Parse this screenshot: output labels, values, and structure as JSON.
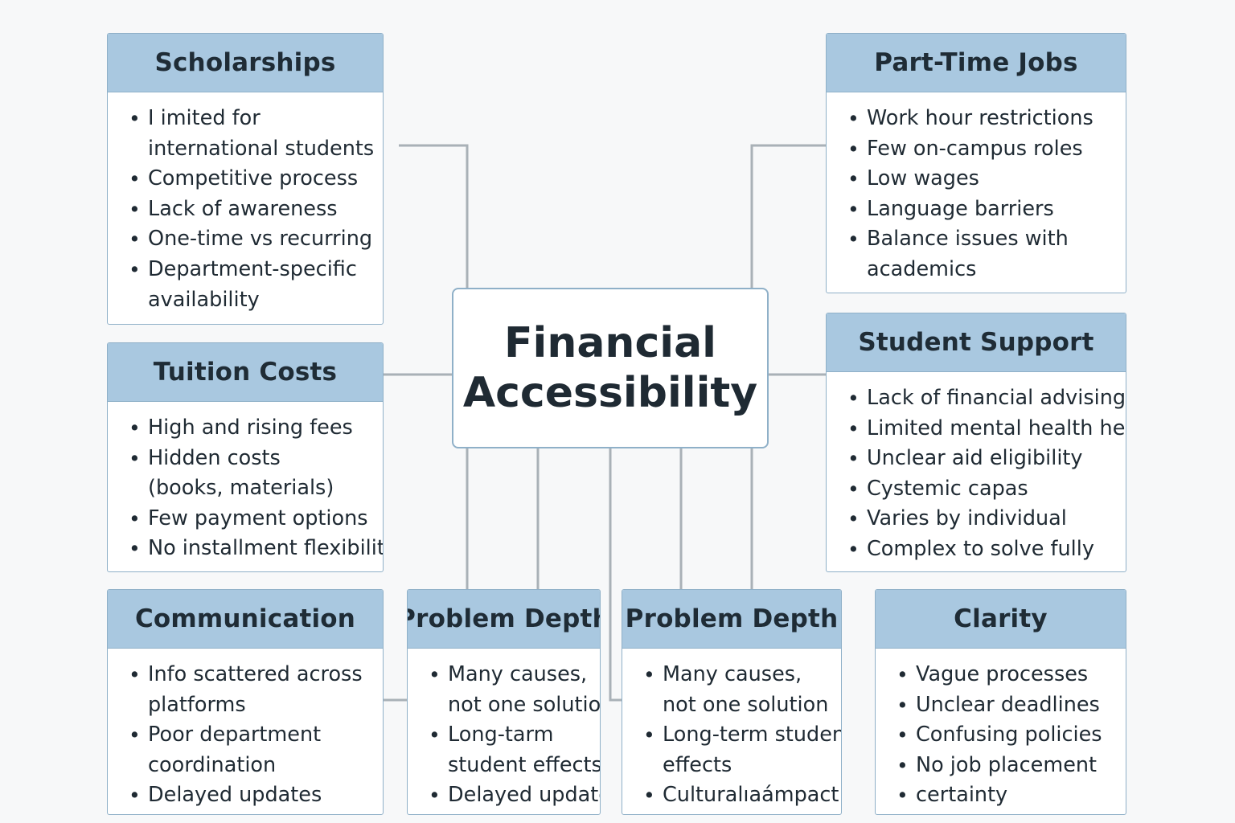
{
  "central": {
    "line1": "Financial",
    "line2": "Accessibility"
  },
  "cards": {
    "scholarships": {
      "title": "Scholarships",
      "items": [
        [
          "I imited for",
          "international students"
        ],
        [
          "Competitive process"
        ],
        [
          "Lack of awareness"
        ],
        [
          "One-time vs recurring"
        ],
        [
          "Department-specific",
          "availability"
        ]
      ]
    },
    "tuition": {
      "title": "Tuition Costs",
      "items": [
        [
          "High and rising fees"
        ],
        [
          "Hidden costs",
          "(books, materials)"
        ],
        [
          "Few payment options"
        ],
        [
          "No installment flexibility"
        ]
      ]
    },
    "communication": {
      "title": "Communication",
      "items": [
        [
          "Info scattered across",
          "platforms"
        ],
        [
          "Poor department",
          "coordination"
        ],
        [
          "Delayed updates"
        ]
      ]
    },
    "depth1": {
      "title": "Problem Depth",
      "items": [
        [
          "Many causes,",
          "not one solution"
        ],
        [
          "Long-tarm",
          "student effects"
        ],
        [
          "Delayed update"
        ]
      ]
    },
    "depth2": {
      "title": "Problem Depth",
      "items": [
        [
          "Many causes,",
          "not one solution"
        ],
        [
          "Long-term student",
          "effects"
        ],
        [
          "Culturalıaámpact"
        ]
      ]
    },
    "clarity": {
      "title": "Clarity",
      "items": [
        [
          "Vague processes"
        ],
        [
          "Unclear deadlines"
        ],
        [
          "Confusing policies"
        ],
        [
          "No job placement"
        ],
        [
          "certainty"
        ]
      ]
    },
    "jobs": {
      "title": "Part-Time Jobs",
      "items": [
        [
          "Work hour restrictions"
        ],
        [
          "Few on-campus roles"
        ],
        [
          "Low wages"
        ],
        [
          "Language barriers"
        ],
        [
          "Balance issues with",
          "academics"
        ]
      ]
    },
    "support": {
      "title": "Student Support",
      "items": [
        [
          "Lack of financial advising"
        ],
        [
          "Limited mental health help"
        ],
        [
          "Unclear aid eligibility"
        ],
        [
          "Cystemic capas"
        ],
        [
          "Varies by individual"
        ],
        [
          "Complex to solve fully"
        ]
      ]
    }
  }
}
